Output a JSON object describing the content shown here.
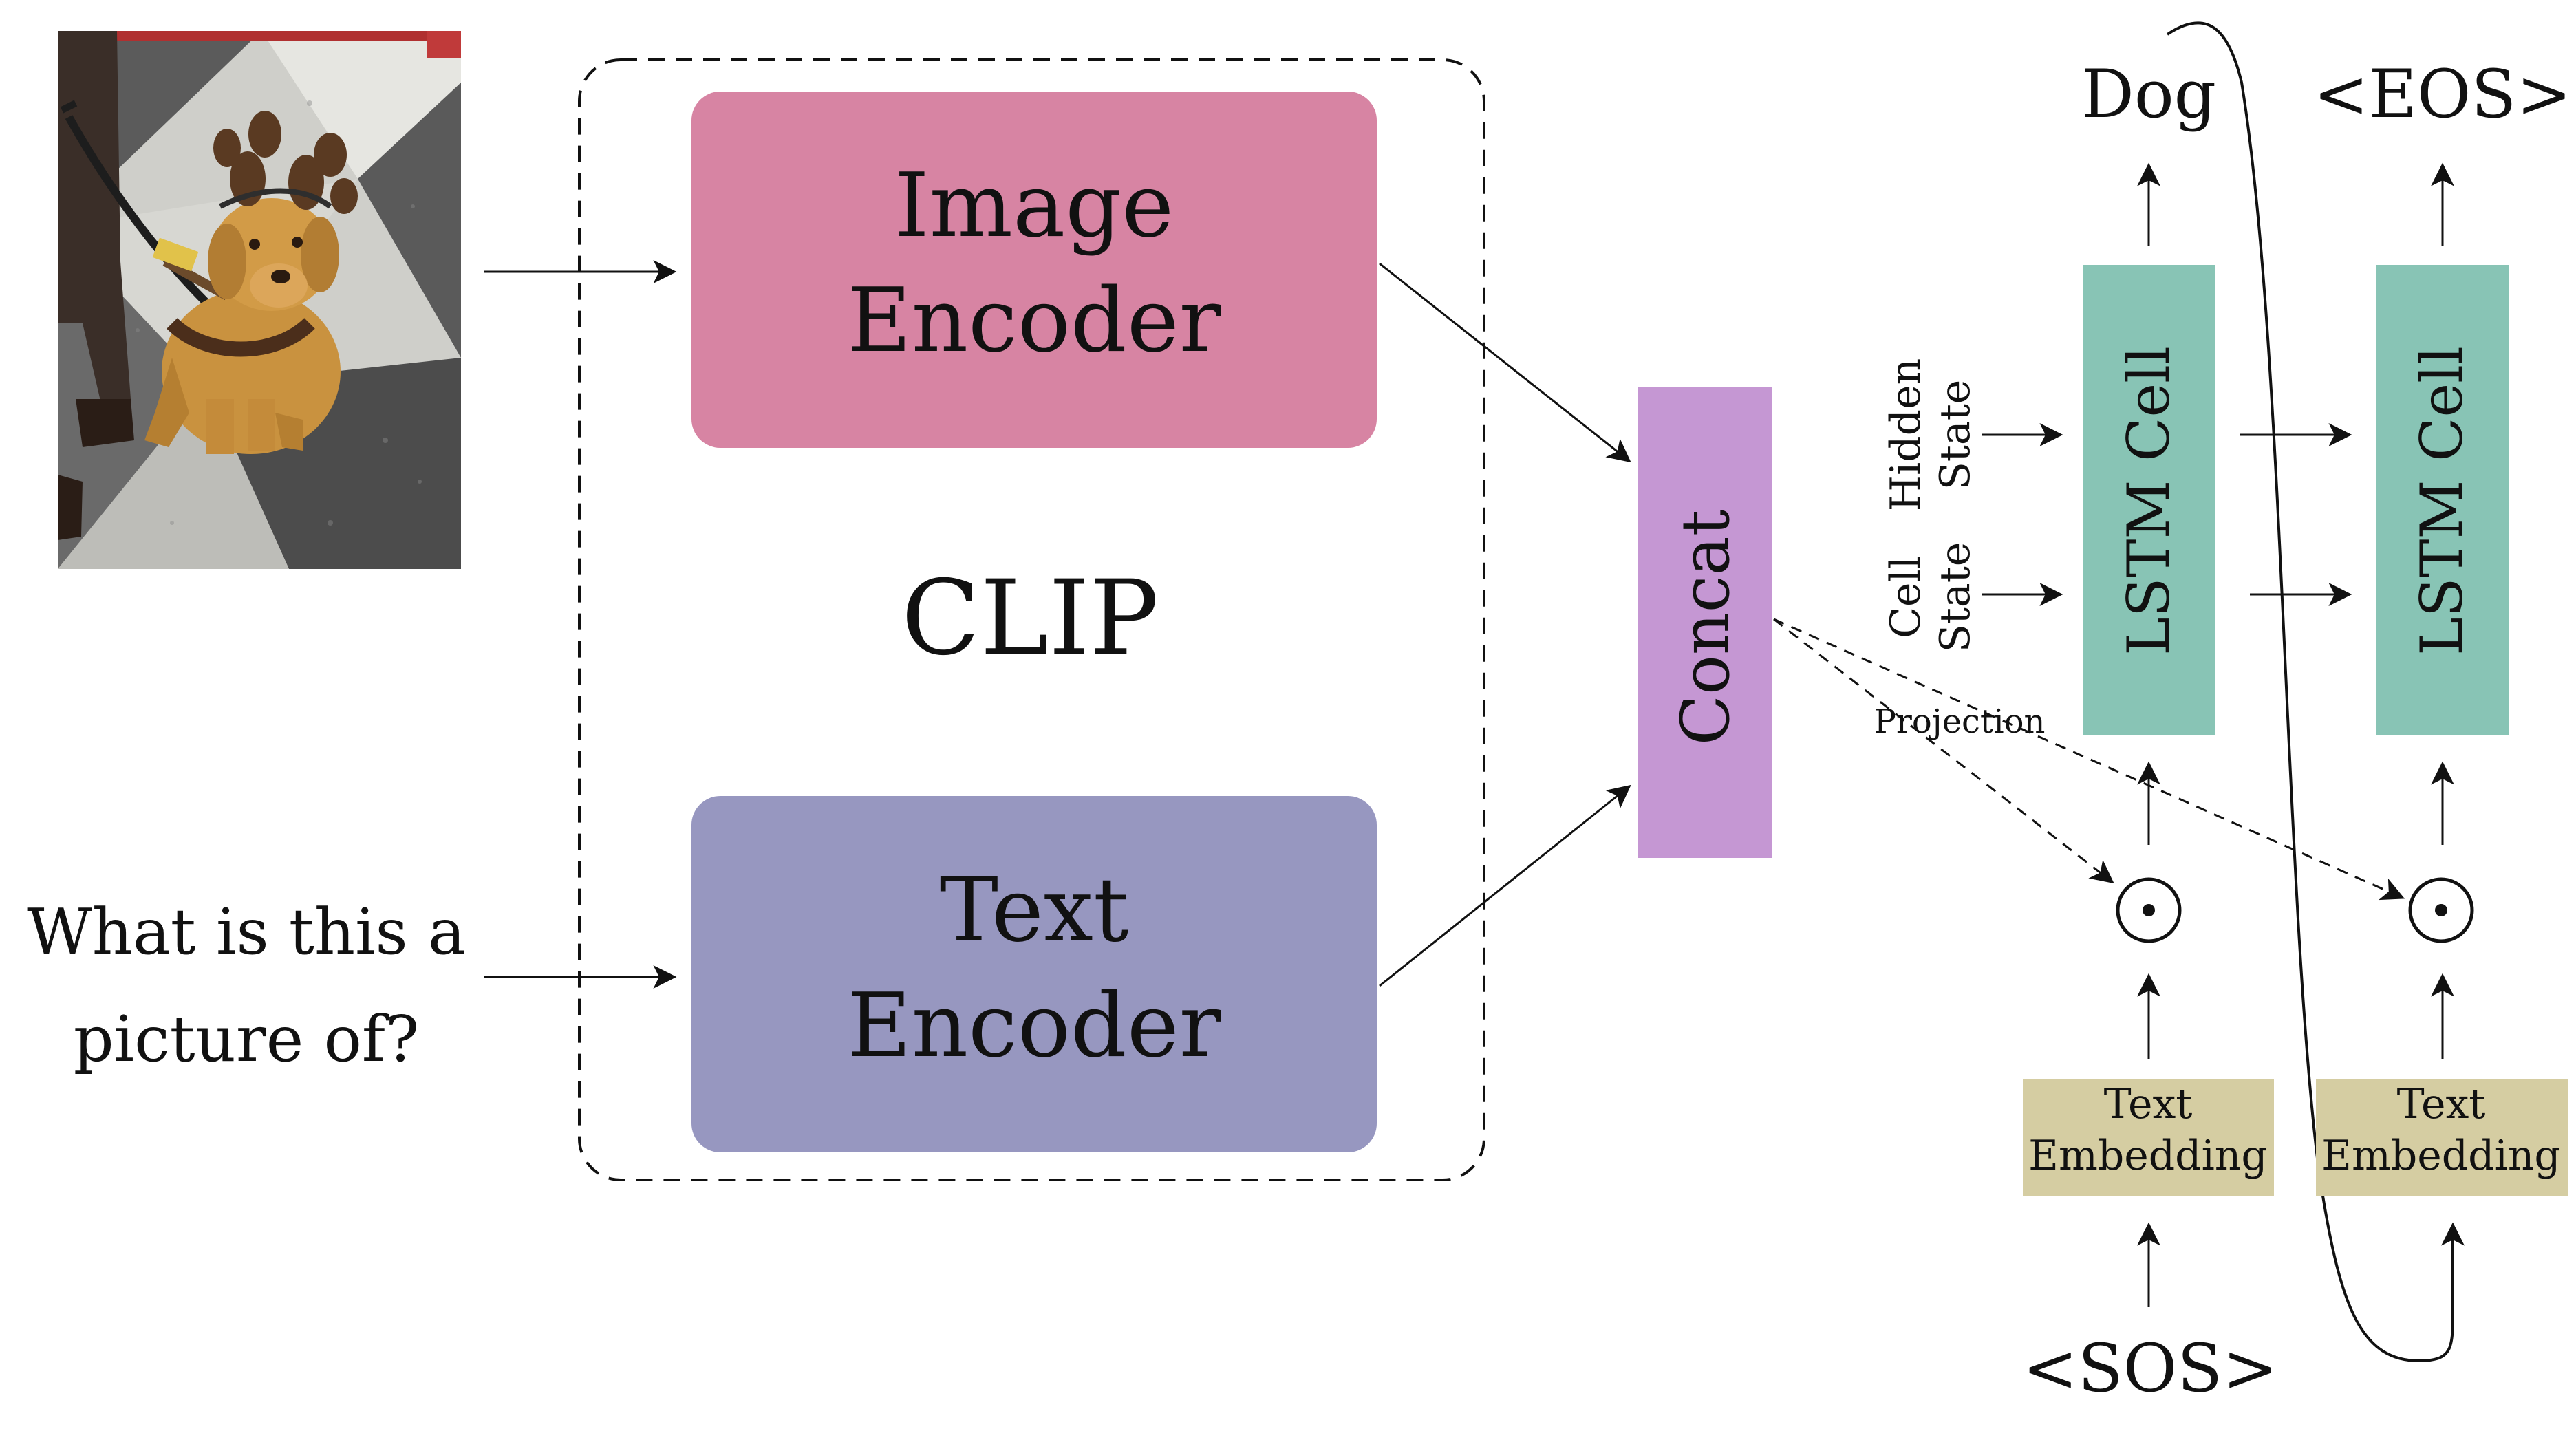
{
  "photo": {
    "description_icon": "dog-photo-icon",
    "colors": {
      "floor_light": "#d9d9d4",
      "floor_dark": "#4a4a4a",
      "dog": "#c8923e",
      "antler": "#5a3a22",
      "leash": "#222222"
    }
  },
  "question": {
    "line1": "What is this a",
    "line2": "picture of?"
  },
  "clip": {
    "label": "CLIP",
    "image_encoder": {
      "line1": "Image",
      "line2": "Encoder",
      "color": "#d784a3"
    },
    "text_encoder": {
      "line1": "Text",
      "line2": "Encoder",
      "color": "#9797c0"
    }
  },
  "concat": {
    "label": "Concat",
    "color": "#c597d3"
  },
  "projection": {
    "label": "Projection"
  },
  "decoder": {
    "hidden_state": {
      "line1": "Hidden",
      "line2": "State"
    },
    "cell_state": {
      "line1": "Cell",
      "line2": "State"
    },
    "lstm_color": "#88c4b5",
    "embed_color": "#d5cda2",
    "steps": [
      {
        "lstm_label": "LSTM Cell",
        "embed_line1": "Text",
        "embed_line2": "Embedding",
        "output": "Dog",
        "input": "<SOS>"
      },
      {
        "lstm_label": "LSTM Cell",
        "embed_line1": "Text",
        "embed_line2": "Embedding",
        "output": "<EOS>"
      }
    ],
    "hadamard_symbol": "⊙"
  }
}
